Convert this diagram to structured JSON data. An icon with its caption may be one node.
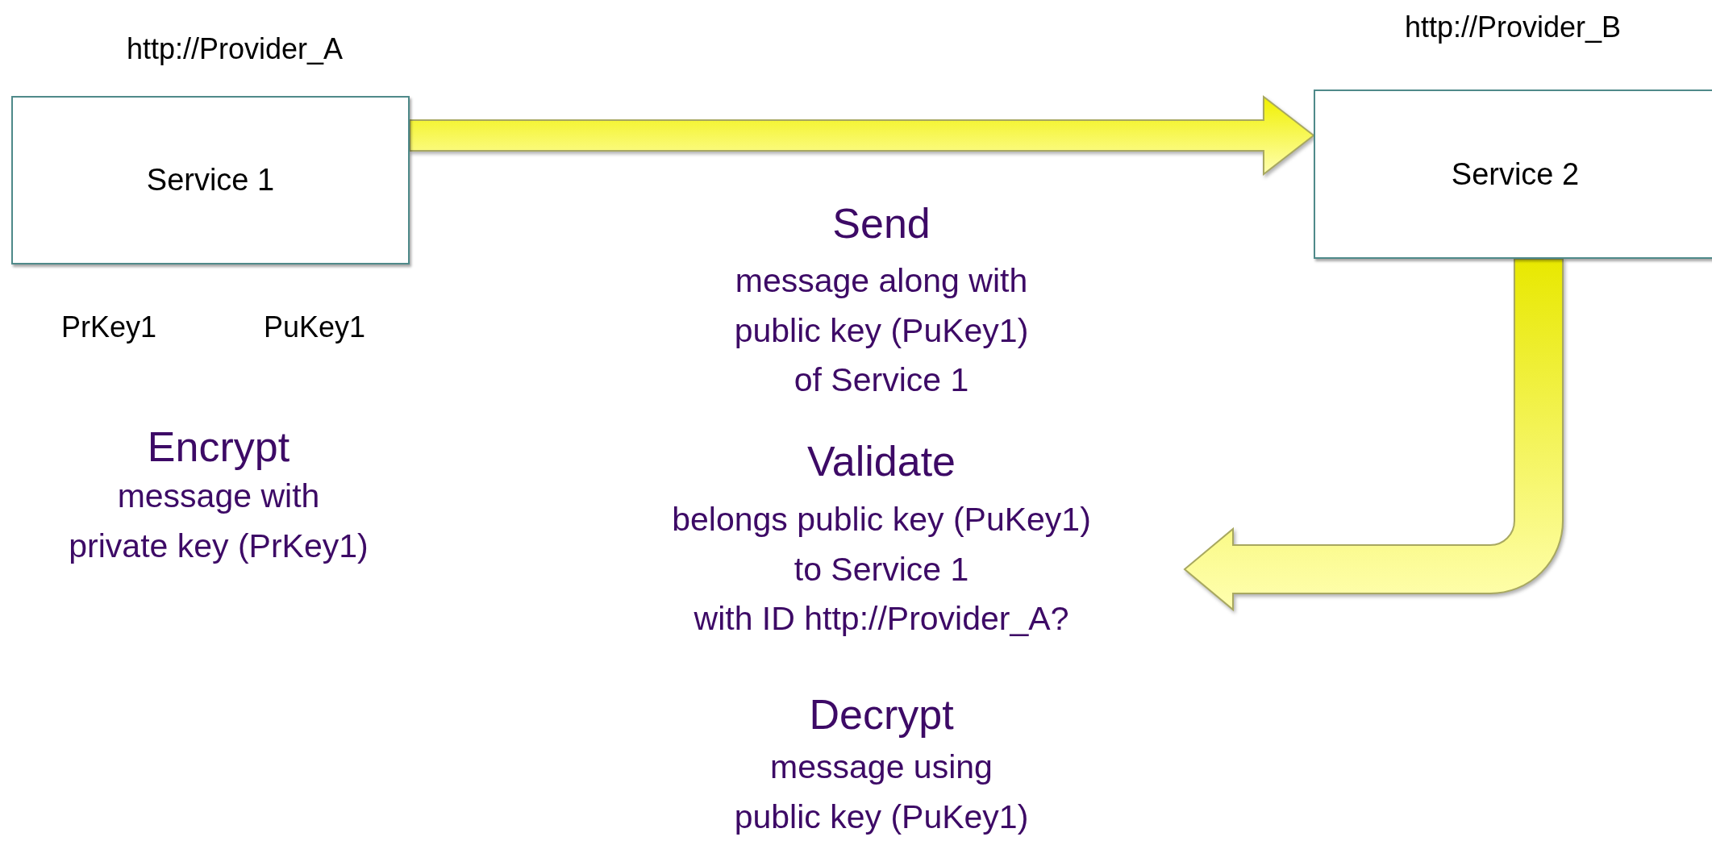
{
  "diagram": {
    "nodes": [
      {
        "text": [
          "Service 1"
        ],
        "beside": [
          "http://Provider_A"
        ]
      },
      {
        "text": [
          "Service 2"
        ],
        "beside": [
          "http://Provider_B"
        ]
      }
    ],
    "edges": [
      {
        "from": 0,
        "to": 1,
        "arrow": "to"
      },
      {
        "from": 1,
        "to": null,
        "arrow": "to"
      }
    ],
    "labels": [
      "PrKey1",
      "PuKey1",
      "Encrypt",
      "message with private key (PrKey1)",
      "Send",
      "message along with public key (PuKey1) of Service 1",
      "Validate",
      "belongs public key (PuKey1) to Service 1 with ID http://Provider_A?",
      "Decrypt",
      "message using public key (PuKey1)"
    ]
  }
}
